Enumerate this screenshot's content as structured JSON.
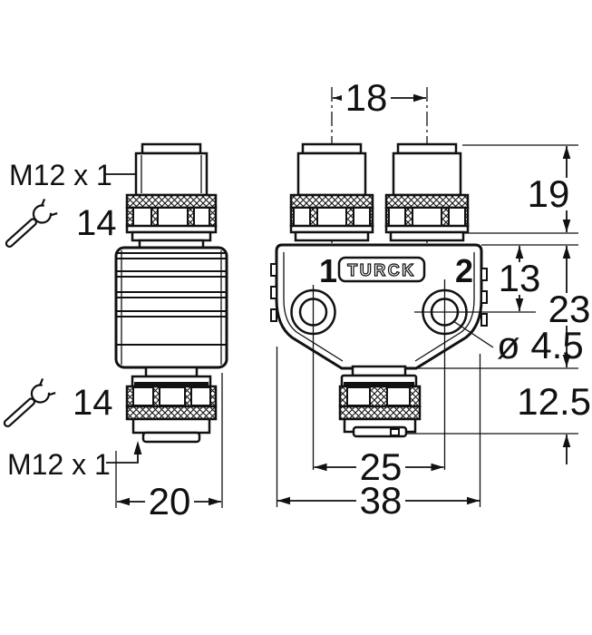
{
  "drawing": {
    "brand_label": "TURCK",
    "port_labels": {
      "port1": "1",
      "port2": "2"
    },
    "side_view": {
      "top_thread_label": "M12 x 1",
      "bottom_thread_label": "M12 x 1",
      "top_wrench_size": "14",
      "bottom_wrench_size": "14",
      "width_mm": "20"
    },
    "front_view": {
      "connector_spacing_mm": "18",
      "connector_height_mm": "19",
      "hole_offset_mm": "13",
      "body_height_mm": "23",
      "mounting_hole_diameter": "ø 4.5",
      "lower_section_mm": "12.5",
      "hole_spacing_mm": "25",
      "body_width_mm": "38"
    },
    "colors": {
      "line": "#111111",
      "background": "#ffffff"
    }
  }
}
